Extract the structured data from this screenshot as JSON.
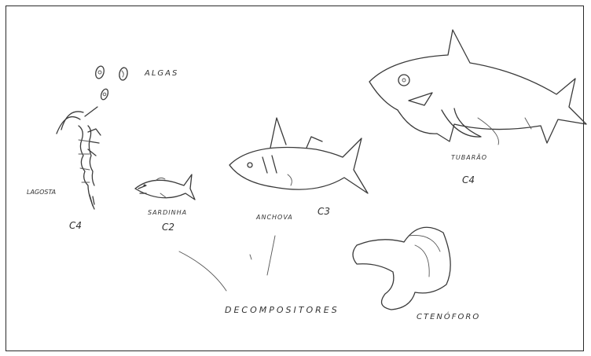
{
  "labels": {
    "algas": "ALGAS",
    "lagosta": "LAGOSTA",
    "sardinha": "SARDINHA",
    "anchova": "ANCHOVA",
    "tubarao": "TUBARÃO",
    "decompositores": "DECOMPOSITORES",
    "ctenoforo": "CTENÓFORO",
    "level_lagosta": "C4",
    "level_sardinha": "C2",
    "level_anchova": "C3",
    "level_tubarao": "C4"
  },
  "colors": {
    "ink": "#3a3a3a",
    "paper": "#ffffff",
    "frame": "#2a2a2a"
  }
}
